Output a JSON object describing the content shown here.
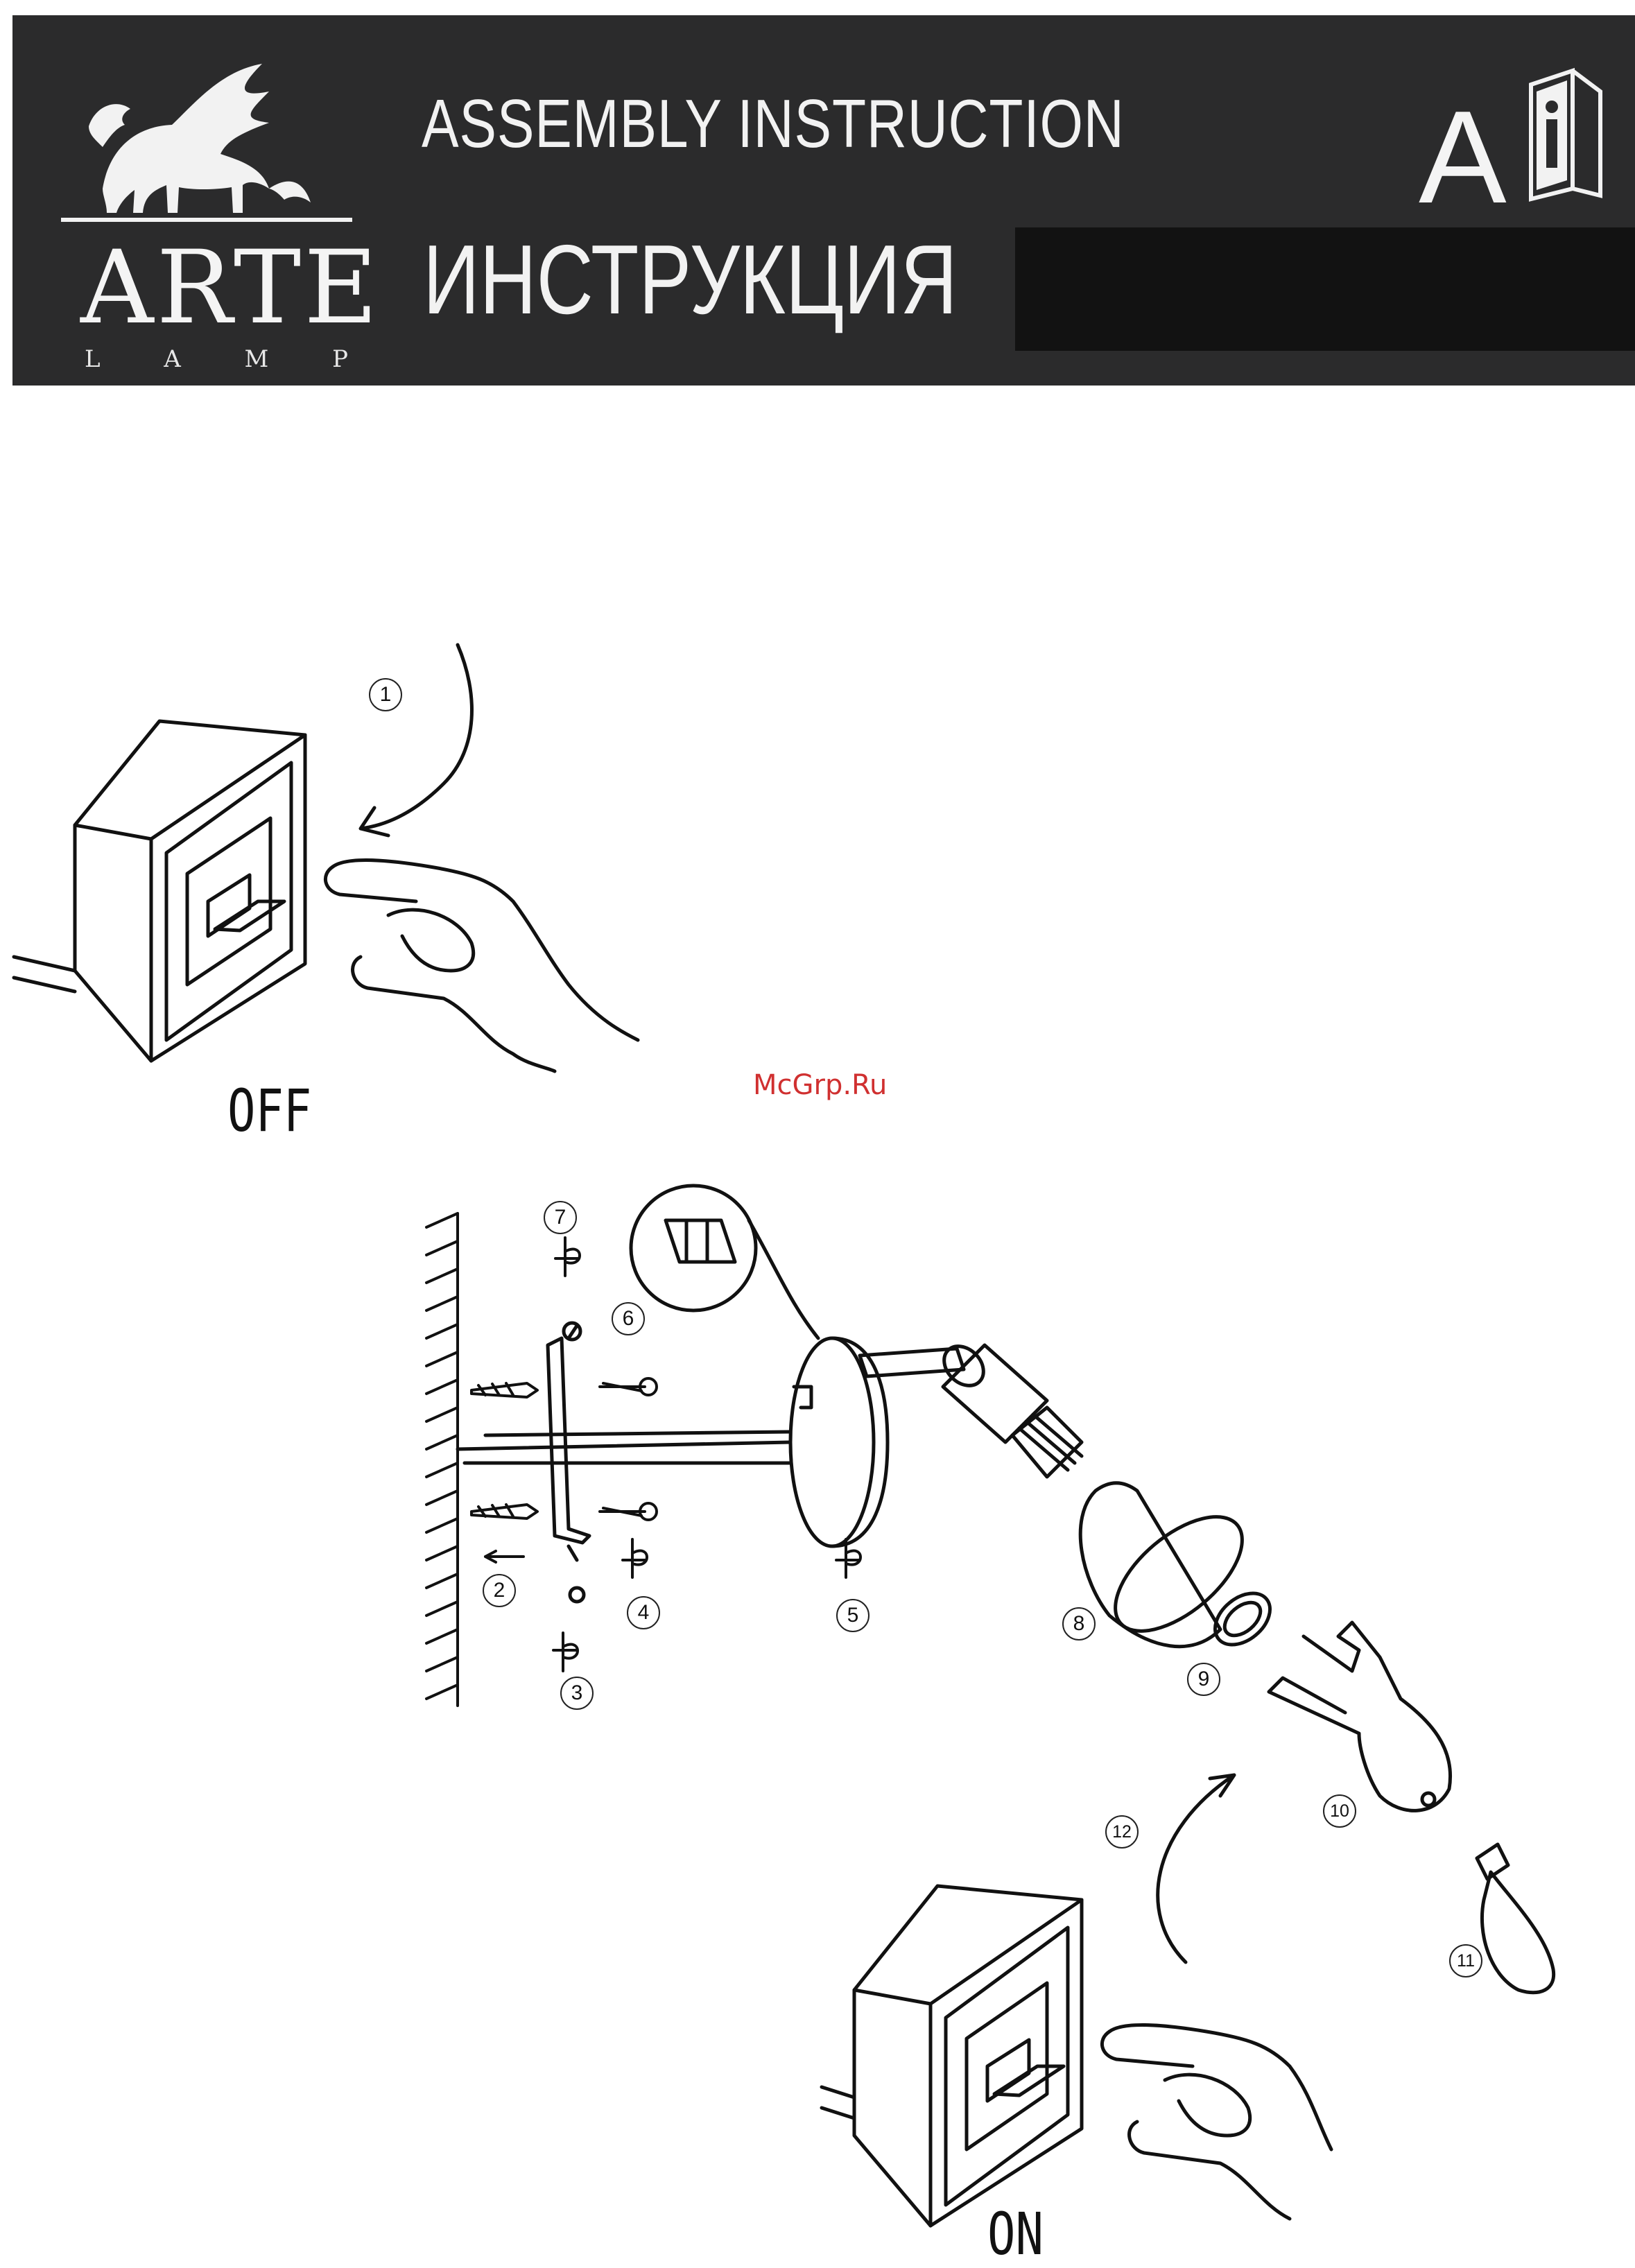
{
  "header": {
    "brand": "ARTE",
    "brand_sub": [
      "L",
      "A",
      "M",
      "P"
    ],
    "title_en": "ASSEMBLY INSTRUCTION",
    "title_ru": "ИНСТРУКЦИЯ",
    "category_letter": "A",
    "colors": {
      "background": "#2b2b2c",
      "text": "#f2f2f2",
      "box": "#121212"
    }
  },
  "diagram": {
    "switch_off_label": "OFF",
    "switch_on_label": "ON",
    "watermark": "McGrp.Ru",
    "steps": [
      "1",
      "2",
      "3",
      "4",
      "5",
      "6",
      "7",
      "8",
      "9",
      "10",
      "11",
      "12"
    ]
  }
}
